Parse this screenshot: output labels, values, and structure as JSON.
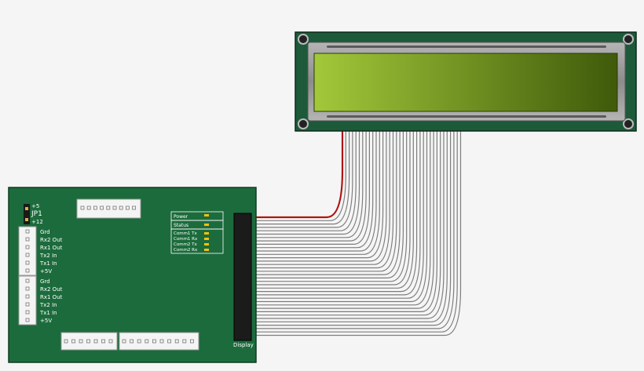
{
  "board": {
    "jumper": {
      "name": "JP1",
      "plus5": "+5",
      "plus12": "+12"
    },
    "port_top": [
      "Grd",
      "Rx2 Out",
      "Rx1 Out",
      "Tx2 In",
      "Tx1 In",
      "+5V"
    ],
    "port_bottom": [
      "Grd",
      "Rx2 Out",
      "Rx1 Out",
      "Tx2 In",
      "Tx1 In",
      "+5V"
    ],
    "indicators": {
      "power": "Power",
      "status": "Status",
      "comms": [
        "Comm1 Tx",
        "Comm1 Rx",
        "Comm2 Tx",
        "Comm2 Rx"
      ]
    },
    "display_label": "Display"
  },
  "colors": {
    "pcb": "#1c6b3c",
    "lcd_frame": "#1d5a3a",
    "lcd_glass_left": "#a3c83a",
    "lcd_glass_right": "#3f5a0a",
    "cable_wire": "#a0a0a0",
    "cable_red": "#b01414",
    "led": "#f2c20e"
  }
}
